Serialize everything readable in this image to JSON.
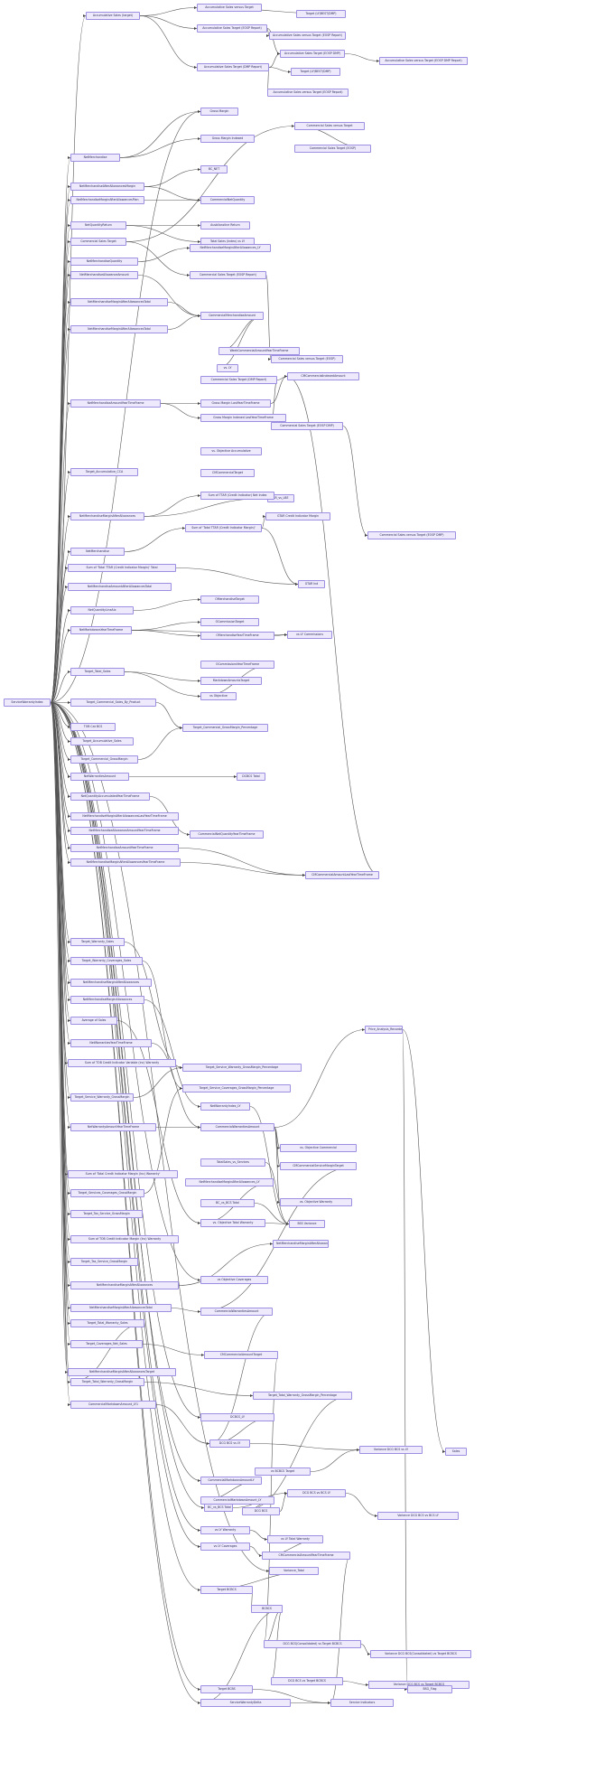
{
  "diagram": {
    "nodes": [
      {
        "id": "n0",
        "label": "Accumulative Sales (target)"
      },
      {
        "id": "n1",
        "label": "Accumulative Sales versus Target"
      },
      {
        "id": "n2",
        "label": "Target (LY/BEST/DMP)"
      },
      {
        "id": "n3",
        "label": "Accumulative Sales Target (EOSP Report)"
      },
      {
        "id": "n4",
        "label": "Accumulative Sales versus Target (EOSP Report)"
      },
      {
        "id": "n5",
        "label": "Accumulative Sales Target (DMP Report)"
      },
      {
        "id": "n6",
        "label": "Accumulative Sales Target (EOSP DMP)"
      },
      {
        "id": "n7",
        "label": "Accumulative Sales versus Target (EOSP DMP Report)"
      },
      {
        "id": "n8",
        "label": "Target (LY/BEST/DMP)"
      },
      {
        "id": "n9",
        "label": "Accumulative Sales versus Target (EOSP Report)"
      },
      {
        "id": "n10",
        "label": "Gross Margin"
      },
      {
        "id": "n11",
        "label": "NetMerchandise"
      },
      {
        "id": "n12",
        "label": "Gross Margin Indexed"
      },
      {
        "id": "n13",
        "label": "Commercial Sales versus Target"
      },
      {
        "id": "n14",
        "label": "Commercial Sales Target (EOSP)"
      },
      {
        "id": "n15",
        "label": "NetMerchandiseAfterAllowancesMargin"
      },
      {
        "id": "n16",
        "label": "NetMerchandiseMarginAfterAllowancesPlan"
      },
      {
        "id": "n17",
        "label": "BC_NET"
      },
      {
        "id": "n18",
        "label": "CommercialNetQuantity"
      },
      {
        "id": "n19",
        "label": "NetQuantityReturn"
      },
      {
        "id": "n20",
        "label": "Commercial Sales Target"
      },
      {
        "id": "n21",
        "label": "Ausbilanzline Return"
      },
      {
        "id": "n22",
        "label": "Total Sales (Index) vs LY"
      },
      {
        "id": "n23",
        "label": "NetMerchandiseQuantity"
      },
      {
        "id": "n24",
        "label": "NetMerchandiseMarginAfterAllowances_LY"
      },
      {
        "id": "n25",
        "label": "NetMerchandiseAllowanceAmount"
      },
      {
        "id": "n26",
        "label": "Commercial Sales Target (EOSP Report)"
      },
      {
        "id": "n27",
        "label": "NetMerchandiseMarginAfterAllowancesTotal"
      },
      {
        "id": "n28",
        "label": "CommercialMerchandiseAmount"
      },
      {
        "id": "n29",
        "label": "NetMerchandiseMarginAfterAllowancesTotal"
      },
      {
        "id": "n30",
        "label": "WeekCommercialAmountYearTimeFrame"
      },
      {
        "id": "n31",
        "label": "vs. LY"
      },
      {
        "id": "n32",
        "label": "Commercial Sales versus Target (EOSP)"
      },
      {
        "id": "n33",
        "label": "Commercial Sales Target (DMP Report)"
      },
      {
        "id": "n34",
        "label": "CMCommercialIndexedAmount"
      },
      {
        "id": "n35",
        "label": "NetMerchandiseAmountYearTimeFrame"
      },
      {
        "id": "n36",
        "label": "Gross Margin LastYearTimeFrame"
      },
      {
        "id": "n37",
        "label": "Gross Margin Indexed LastYearTimeFrame"
      },
      {
        "id": "n38",
        "label": "Commercial Sales Target (EOSP DMP)"
      },
      {
        "id": "n39",
        "label": "vs. Objective Accumulative"
      },
      {
        "id": "n40",
        "label": "Target_Accumulative_CCA"
      },
      {
        "id": "n41",
        "label": "CMCommercialTarget"
      },
      {
        "id": "n42",
        "label": "SR_vs_LBE"
      },
      {
        "id": "n43",
        "label": "Sum of TTAR (Credit Indicator) Net Index"
      },
      {
        "id": "n44",
        "label": "NetMerchandiseMarginAfterAllowances"
      },
      {
        "id": "n45",
        "label": "GTAR Credit Indicator Margin"
      },
      {
        "id": "n46",
        "label": "Sum of 'Total TTAR (Credit Indicator Margin)'"
      },
      {
        "id": "n47",
        "label": "Commercial Sales versus Target (EOSP DMP)"
      },
      {
        "id": "n48",
        "label": "NetMerchandise"
      },
      {
        "id": "n49",
        "label": "Sum of 'Total TTAR (Credit Indicator Margin)' Total"
      },
      {
        "id": "n50",
        "label": "NetMerchandiseAmountAfterAllowancesTotal"
      },
      {
        "id": "n51",
        "label": "GTAR Ind"
      },
      {
        "id": "n52",
        "label": "OMerchandiseTarget"
      },
      {
        "id": "n53",
        "label": "NetQuantityLineAlx"
      },
      {
        "id": "n54",
        "label": "OCommissionTarget"
      },
      {
        "id": "n55",
        "label": "NetMarkdownsYearTimeFrame"
      },
      {
        "id": "n56",
        "label": "vs LY Commissions"
      },
      {
        "id": "n57",
        "label": "OMerchandiseYearTimeFrame"
      },
      {
        "id": "n58",
        "label": "OCommissionsYearTimeFrame"
      },
      {
        "id": "n59",
        "label": "Target_Total_Sales"
      },
      {
        "id": "n60",
        "label": "MarkdownAmountsTarget"
      },
      {
        "id": "n61",
        "label": "vs Objective"
      },
      {
        "id": "n62",
        "label": "ServiceWarrantyIndex"
      },
      {
        "id": "n63",
        "label": "Target_Commercial_Sales_By_Product"
      },
      {
        "id": "n64",
        "label": "Target_Commercial_GrossMargin_Percentage"
      },
      {
        "id": "n65",
        "label": "TOB Cat BCS"
      },
      {
        "id": "n66",
        "label": "Target_Accumulative_Sales"
      },
      {
        "id": "n67",
        "label": "Target_Commercial_GrossMargin"
      },
      {
        "id": "n68",
        "label": "NetWarrantiesAmount"
      },
      {
        "id": "n69",
        "label": "DCBCS Total"
      },
      {
        "id": "n70",
        "label": "NetQuantityAccumulatedYearTimeFrame"
      },
      {
        "id": "n71",
        "label": "NetMerchandiseMarginAfterAllowancesLastYearTimeFrame"
      },
      {
        "id": "n72",
        "label": "NetMerchandiseAllowanceAmountYearTimeFrame"
      },
      {
        "id": "n73",
        "label": "CommercialNetQuantityYearTimeFrame"
      },
      {
        "id": "n74",
        "label": "NetMerchandiseAmountYearTimeFrame"
      },
      {
        "id": "n75",
        "label": "NetMerchandiseMarginAfterAllowancesYearTimeFrame"
      },
      {
        "id": "n76",
        "label": "CMCommercialAmountLastYearTimeFrame"
      },
      {
        "id": "n77",
        "label": "Target_Warranty_Sales"
      },
      {
        "id": "n78",
        "label": "Target_Warranty_Coverages_Sales"
      },
      {
        "id": "n79",
        "label": "NetMerchandiseMarginAfterAllowances"
      },
      {
        "id": "n80",
        "label": "NetMerchandiseMarginAllowances"
      },
      {
        "id": "n81",
        "label": "Average of Sales"
      },
      {
        "id": "n82",
        "label": "NetWarrantiesYearTimeFrame"
      },
      {
        "id": "n83",
        "label": "Target_Service_Warranty_GrossMargin_Percentage"
      },
      {
        "id": "n84",
        "label": "Target_Service_Coverages_GrossMargin_Percentage"
      },
      {
        "id": "n85",
        "label": "Sum of TOB Credit Indicator Variable (inc) Warranty"
      },
      {
        "id": "n86",
        "label": "NetWarrantyIndex_LY"
      },
      {
        "id": "n87",
        "label": "Target_Service_Warranty_GrossMargin"
      },
      {
        "id": "n88",
        "label": "CommercialWarrantiesAmount"
      },
      {
        "id": "n89",
        "label": "NetWarrantyAmountYearTimeFrame"
      },
      {
        "id": "n90",
        "label": "vs. Objective Commercial"
      },
      {
        "id": "n91",
        "label": "TotalSales_vs_Services"
      },
      {
        "id": "n92",
        "label": "CMCommercialServiceMarginTarget"
      },
      {
        "id": "n93",
        "label": "vs. Objective Warranty"
      },
      {
        "id": "n94",
        "label": "Sum of 'Total Credit Indicator Margin (Inc) Warranty'"
      },
      {
        "id": "n95",
        "label": "NetMerchandiseMarginAfterAllowances_LY"
      },
      {
        "id": "n96",
        "label": "Target_Services_Coverages_GrossMargin"
      },
      {
        "id": "n97",
        "label": "BC_vs_BCS Total"
      },
      {
        "id": "n98",
        "label": "Target_Tax_Service_GrossMargin"
      },
      {
        "id": "n99",
        "label": "BSS Variance"
      },
      {
        "id": "n100",
        "label": "vs. Objective Total Warranty"
      },
      {
        "id": "n101",
        "label": "NetMerchandiseMarginAfterAllowances_LY"
      },
      {
        "id": "n102",
        "label": "Sum of TOB Credit Indicator Margin (Inc) Warranty"
      },
      {
        "id": "n103",
        "label": "Target_Tax_Service_GrossMargin"
      },
      {
        "id": "n104",
        "label": "NetMerchandiseMarginAfterAllowances"
      },
      {
        "id": "n105",
        "label": "vs Objective Coverages"
      },
      {
        "id": "n106",
        "label": "NetMerchandiseMarginAfterAllowancesTotal"
      },
      {
        "id": "n107",
        "label": "CommercialWarrantiesAmount"
      },
      {
        "id": "n108",
        "label": "Target_Total_Warranty_Sales"
      },
      {
        "id": "n109",
        "label": "Target_Coverages_Net_Sales"
      },
      {
        "id": "n110",
        "label": "CMCommercialAmountTarget"
      },
      {
        "id": "n111",
        "label": "NetMerchandiseMarginAfterAllowancesTarget"
      },
      {
        "id": "n112",
        "label": "Target_Total_Warranty_GrossMargin"
      },
      {
        "id": "n113",
        "label": "Target_Total_Warranty_GrossMargin_Percentage"
      },
      {
        "id": "n114",
        "label": "CommercialMarkdownAmount_LY1"
      },
      {
        "id": "n115",
        "label": "DCBCS_LY"
      },
      {
        "id": "n116",
        "label": "DCG BCS vs LY"
      },
      {
        "id": "n117",
        "label": "Variance DCG BCS vs LY"
      },
      {
        "id": "n118",
        "label": "vs BCBCS Target"
      },
      {
        "id": "n119",
        "label": "CommercialMarkdownAmountLY"
      },
      {
        "id": "n120",
        "label": "CommercialMarkdownAmount_LY"
      },
      {
        "id": "n121",
        "label": "DCG BCS"
      },
      {
        "id": "n122",
        "label": "DCG BCS vs BCS LY"
      },
      {
        "id": "n123",
        "label": "BC_vs_BCS Total"
      },
      {
        "id": "n124",
        "label": "Variance DCG BCS vs BCS LY"
      },
      {
        "id": "n125",
        "label": "vs LY Warranty"
      },
      {
        "id": "n126",
        "label": "vs LY Total Warranty"
      },
      {
        "id": "n127",
        "label": "vs LY Coverages"
      },
      {
        "id": "n128",
        "label": "CMCommercialAmountYearTimeFrame"
      },
      {
        "id": "n129",
        "label": "Variance_Total"
      },
      {
        "id": "n130",
        "label": "Target BCBCS"
      },
      {
        "id": "n131",
        "label": "BCBCS"
      },
      {
        "id": "n132",
        "label": "DCG BCS(Consolidated) vs Target BCBCS"
      },
      {
        "id": "n133",
        "label": "Variance DCG BCS(Consolidated) vs Target BCBCS"
      },
      {
        "id": "n134",
        "label": "Price_Analysis_Recorded"
      },
      {
        "id": "n135",
        "label": "DCG BCS vs Target BCBCS"
      },
      {
        "id": "n136",
        "label": "Variance DCG BCS vs Target BCBCS"
      },
      {
        "id": "n137",
        "label": "Target BCBS"
      },
      {
        "id": "n138",
        "label": "Service Indicators"
      },
      {
        "id": "n139",
        "label": "BSG_Flag"
      },
      {
        "id": "n140",
        "label": "Sales"
      },
      {
        "id": "n141",
        "label": "ServiceWarrantyDelta"
      }
    ],
    "edges": [
      [
        "n62",
        "n0"
      ],
      [
        "n0",
        "n1"
      ],
      [
        "n0",
        "n3"
      ],
      [
        "n0",
        "n5"
      ],
      [
        "n3",
        "n4"
      ],
      [
        "n3",
        "n6"
      ],
      [
        "n5",
        "n6"
      ],
      [
        "n5",
        "n8"
      ],
      [
        "n5",
        "n9"
      ],
      [
        "n6",
        "n7"
      ],
      [
        "n2",
        "n1"
      ],
      [
        "n62",
        "n10"
      ],
      [
        "n62",
        "n11"
      ],
      [
        "n11",
        "n10"
      ],
      [
        "n11",
        "n12"
      ],
      [
        "n62",
        "n15"
      ],
      [
        "n15",
        "n18"
      ],
      [
        "n15",
        "n17"
      ],
      [
        "n62",
        "n16"
      ],
      [
        "n16",
        "n18"
      ],
      [
        "n62",
        "n19"
      ],
      [
        "n19",
        "n21"
      ],
      [
        "n19",
        "n22"
      ],
      [
        "n62",
        "n20"
      ],
      [
        "n20",
        "n13"
      ],
      [
        "n20",
        "n26"
      ],
      [
        "n14",
        "n13"
      ],
      [
        "n62",
        "n23"
      ],
      [
        "n23",
        "n24"
      ],
      [
        "n62",
        "n25"
      ],
      [
        "n25",
        "n28"
      ],
      [
        "n62",
        "n27"
      ],
      [
        "n27",
        "n28"
      ],
      [
        "n62",
        "n29"
      ],
      [
        "n29",
        "n28"
      ],
      [
        "n28",
        "n30"
      ],
      [
        "n28",
        "n31"
      ],
      [
        "n26",
        "n32"
      ],
      [
        "n33",
        "n34"
      ],
      [
        "n62",
        "n35"
      ],
      [
        "n35",
        "n36"
      ],
      [
        "n35",
        "n37"
      ],
      [
        "n36",
        "n34"
      ],
      [
        "n38",
        "n47"
      ],
      [
        "n33",
        "n38"
      ],
      [
        "n62",
        "n40"
      ],
      [
        "n62",
        "n44"
      ],
      [
        "n44",
        "n42"
      ],
      [
        "n44",
        "n43"
      ],
      [
        "n62",
        "n48"
      ],
      [
        "n48",
        "n46"
      ],
      [
        "n46",
        "n45"
      ],
      [
        "n46",
        "n51"
      ],
      [
        "n62",
        "n49"
      ],
      [
        "n49",
        "n51"
      ],
      [
        "n62",
        "n50"
      ],
      [
        "n62",
        "n53"
      ],
      [
        "n53",
        "n52"
      ],
      [
        "n62",
        "n55"
      ],
      [
        "n55",
        "n54"
      ],
      [
        "n55",
        "n56"
      ],
      [
        "n55",
        "n57"
      ],
      [
        "n57",
        "n56"
      ],
      [
        "n58",
        "n61"
      ],
      [
        "n62",
        "n59"
      ],
      [
        "n59",
        "n60"
      ],
      [
        "n59",
        "n61"
      ],
      [
        "n62",
        "n63"
      ],
      [
        "n63",
        "n64"
      ],
      [
        "n62",
        "n65"
      ],
      [
        "n62",
        "n66"
      ],
      [
        "n62",
        "n67"
      ],
      [
        "n67",
        "n64"
      ],
      [
        "n62",
        "n68"
      ],
      [
        "n68",
        "n69"
      ],
      [
        "n62",
        "n70"
      ],
      [
        "n70",
        "n73"
      ],
      [
        "n62",
        "n71"
      ],
      [
        "n62",
        "n72"
      ],
      [
        "n62",
        "n74"
      ],
      [
        "n74",
        "n76"
      ],
      [
        "n62",
        "n75"
      ],
      [
        "n75",
        "n76"
      ],
      [
        "n76",
        "n34"
      ],
      [
        "n62",
        "n77"
      ],
      [
        "n62",
        "n78"
      ],
      [
        "n62",
        "n79"
      ],
      [
        "n62",
        "n80"
      ],
      [
        "n62",
        "n81"
      ],
      [
        "n62",
        "n82"
      ],
      [
        "n82",
        "n88"
      ],
      [
        "n62",
        "n85"
      ],
      [
        "n62",
        "n87"
      ],
      [
        "n87",
        "n83"
      ],
      [
        "n62",
        "n89"
      ],
      [
        "n89",
        "n88"
      ],
      [
        "n88",
        "n90"
      ],
      [
        "n88",
        "n92"
      ],
      [
        "n88",
        "n134"
      ],
      [
        "n88",
        "n93"
      ],
      [
        "n62",
        "n94"
      ],
      [
        "n62",
        "n96"
      ],
      [
        "n96",
        "n84"
      ],
      [
        "n62",
        "n98"
      ],
      [
        "n62",
        "n102"
      ],
      [
        "n62",
        "n103"
      ],
      [
        "n62",
        "n104"
      ],
      [
        "n104",
        "n101"
      ],
      [
        "n62",
        "n105"
      ],
      [
        "n62",
        "n106"
      ],
      [
        "n106",
        "n107"
      ],
      [
        "n62",
        "n108"
      ],
      [
        "n108",
        "n112"
      ],
      [
        "n62",
        "n109"
      ],
      [
        "n109",
        "n110"
      ],
      [
        "n62",
        "n111"
      ],
      [
        "n62",
        "n112"
      ],
      [
        "n112",
        "n113"
      ],
      [
        "n62",
        "n114"
      ],
      [
        "n114",
        "n116"
      ],
      [
        "n62",
        "n115"
      ],
      [
        "n115",
        "n116"
      ],
      [
        "n116",
        "n117"
      ],
      [
        "n62",
        "n119"
      ],
      [
        "n119",
        "n120"
      ],
      [
        "n120",
        "n121"
      ],
      [
        "n62",
        "n123"
      ],
      [
        "n123",
        "n122"
      ],
      [
        "n121",
        "n122"
      ],
      [
        "n62",
        "n125"
      ],
      [
        "n125",
        "n126"
      ],
      [
        "n62",
        "n127"
      ],
      [
        "n127",
        "n128"
      ],
      [
        "n126",
        "n128"
      ],
      [
        "n62",
        "n129"
      ],
      [
        "n129",
        "n130"
      ],
      [
        "n62",
        "n130"
      ],
      [
        "n130",
        "n131"
      ],
      [
        "n131",
        "n132"
      ],
      [
        "n132",
        "n133"
      ],
      [
        "n131",
        "n135"
      ],
      [
        "n135",
        "n136"
      ],
      [
        "n62",
        "n137"
      ],
      [
        "n137",
        "n138"
      ],
      [
        "n134",
        "n139"
      ],
      [
        "n134",
        "n140"
      ],
      [
        "n62",
        "n141"
      ],
      [
        "n141",
        "n138"
      ],
      [
        "n91",
        "n99"
      ],
      [
        "n100",
        "n99"
      ],
      [
        "n118",
        "n117"
      ],
      [
        "n122",
        "n124"
      ],
      [
        "n97",
        "n99"
      ],
      [
        "n92",
        "n107"
      ],
      [
        "n107",
        "n116"
      ],
      [
        "n128",
        "n138"
      ],
      [
        "n131",
        "n141"
      ],
      [
        "n110",
        "n132"
      ],
      [
        "n113",
        "n121"
      ],
      [
        "n86",
        "n99"
      ],
      [
        "n95",
        "n100"
      ],
      [
        "n81",
        "n100"
      ],
      [
        "n78",
        "n84"
      ],
      [
        "n77",
        "n83"
      ],
      [
        "n80",
        "n86"
      ]
    ]
  }
}
